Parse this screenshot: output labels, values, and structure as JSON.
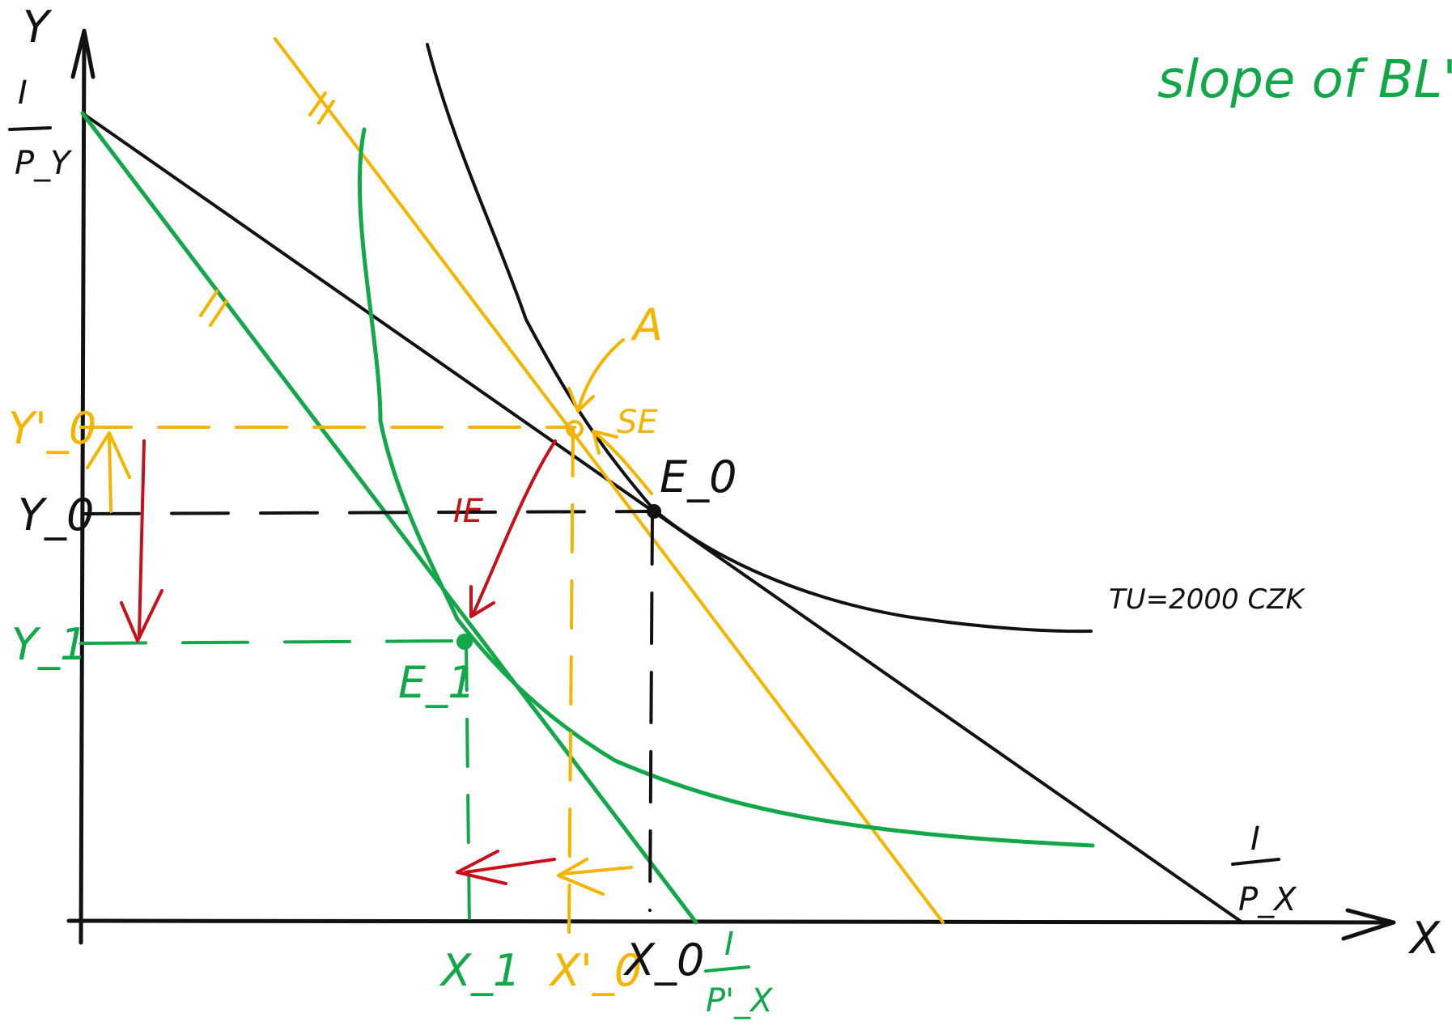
{
  "colors": {
    "black": "#111111",
    "green": "#12a84a",
    "orange": "#f5b400",
    "red": "#c8101a"
  },
  "axes": {
    "y_label": "Y",
    "x_label": "X"
  },
  "intercepts": {
    "y_intercept": {
      "numerator": "I",
      "denominator": "P_Y"
    },
    "x_intercept_original": {
      "numerator": "I",
      "denominator": "P_X"
    },
    "x_intercept_new": {
      "numerator": "I",
      "denominator": "P'_X"
    }
  },
  "y_ticks": {
    "y0_prime": "Y'_0",
    "y0": "Y_0",
    "y1": "Y_1"
  },
  "x_ticks": {
    "x1": "X_1",
    "x0_prime": "X'_0",
    "x0": "X_0"
  },
  "points": {
    "A": "A",
    "E0": "E_0",
    "E1": "E_1"
  },
  "effects": {
    "substitution": "SE",
    "income": "IE"
  },
  "curve_labels": {
    "tu": "TU=2000 CZK"
  },
  "note": "slope of BL' = M"
}
